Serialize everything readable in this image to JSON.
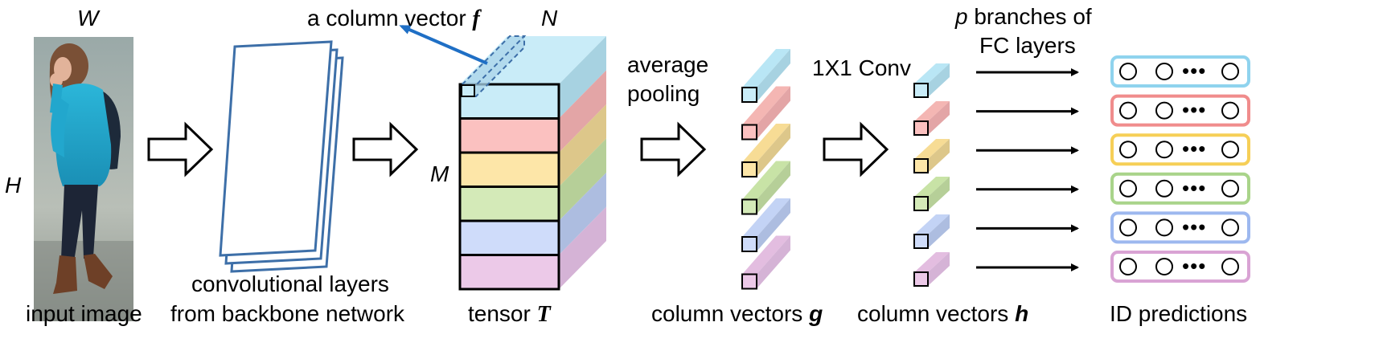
{
  "labels": {
    "W": "W",
    "H": "H",
    "input_image": "input image",
    "conv_line1": "convolutional layers",
    "conv_line2": "from backbone network",
    "column_vector_text": "a column vector ",
    "column_vector_sym": "f",
    "N": "N",
    "M": "M",
    "tensor_text": "tensor ",
    "tensor_sym": "T",
    "avg_line1": "average",
    "avg_line2": "pooling",
    "conv1x1": "1X1 Conv",
    "branches_p": "p",
    "branches_line1_rest": " branches of",
    "branches_line2": "FC layers",
    "col_g_text": "column vectors ",
    "col_g_sym": "g",
    "col_h_text": "column vectors ",
    "col_h_sym": "h",
    "id_predictions": "ID predictions",
    "dots": "•••"
  },
  "part_colors": {
    "fill": [
      "#c9ecf8",
      "#fbc1c0",
      "#fde6a8",
      "#d4eab8",
      "#cfdcfa",
      "#ecc9e8"
    ],
    "top": [
      "#b9e6f5",
      "#f4b6b3",
      "#f7dc95",
      "#c8e3a6",
      "#c3d3f5",
      "#e3bde0"
    ],
    "side": [
      "#a7d2e1",
      "#e3a5a6",
      "#ddc78a",
      "#b6cf98",
      "#adbde0",
      "#d5b3d6"
    ],
    "border": [
      "#8fd3ee",
      "#f08c8c",
      "#f6cf57",
      "#a9d48a",
      "#9db8ef",
      "#d9a3d4"
    ]
  },
  "icons": {
    "input_person": "person-photo-icon",
    "block_arrow": "hollow-arrow-icon",
    "feature_maps": "feature-maps-icon"
  }
}
